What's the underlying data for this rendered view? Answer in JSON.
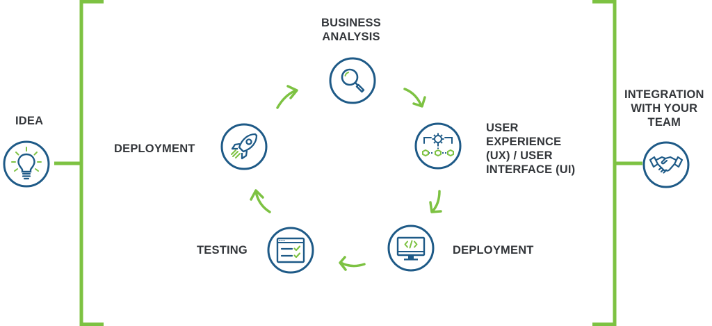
{
  "colors": {
    "green": "#7dc242",
    "blue": "#1e5a87",
    "text": "#33363a"
  },
  "idea": {
    "label": "IDEA",
    "icon": "lightbulb-icon"
  },
  "integration": {
    "lines": [
      "INTEGRATION",
      "WITH YOUR",
      "TEAM"
    ],
    "icon": "handshake-icon"
  },
  "cycle": {
    "business_analysis": {
      "lines": [
        "BUSINESS",
        "ANALYSIS"
      ],
      "icon": "magnifier-icon"
    },
    "ux_ui": {
      "lines": [
        "USER",
        "EXPERIENCE",
        "(UX) / USER",
        "INTERFACE (UI)"
      ],
      "icon": "ux-flow-icon"
    },
    "deployment_right": {
      "label": "DEPLOYMENT",
      "icon": "monitor-code-icon"
    },
    "testing": {
      "label": "TESTING",
      "icon": "checklist-window-icon"
    },
    "deployment_left": {
      "label": "DEPLOYMENT",
      "icon": "rocket-icon"
    }
  }
}
